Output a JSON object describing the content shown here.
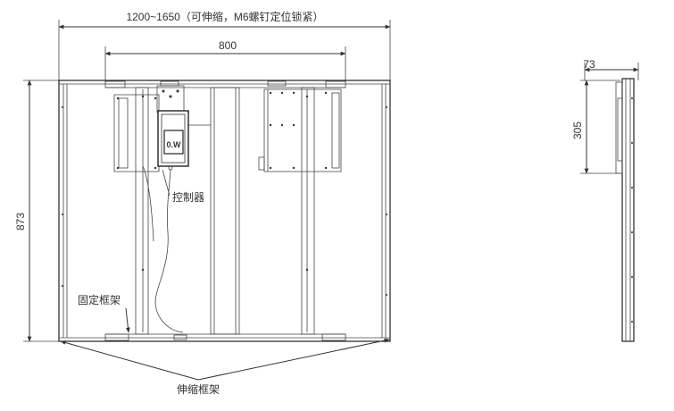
{
  "dimensions": {
    "total_width": "1200~1650（可伸缩，M6螺钉定位锁紧）",
    "inner_width": "800",
    "height": "873",
    "side_depth": "73",
    "side_height": "305"
  },
  "labels": {
    "controller": "控制器",
    "fixed_frame": "固定框架",
    "telescopic_frame": "伸缩框架"
  },
  "device_display": "0.W",
  "colors": {
    "line": "#222222",
    "background": "#ffffff"
  }
}
